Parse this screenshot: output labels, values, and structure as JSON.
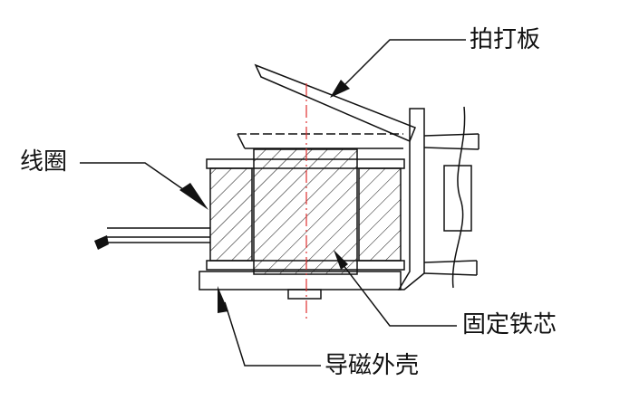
{
  "labels": {
    "clapper": "拍打板",
    "coil": "线圈",
    "core": "固定铁芯",
    "shell": "导磁外壳"
  },
  "colors": {
    "line": "#111111",
    "centerline": "#e03030",
    "background": "#ffffff"
  }
}
